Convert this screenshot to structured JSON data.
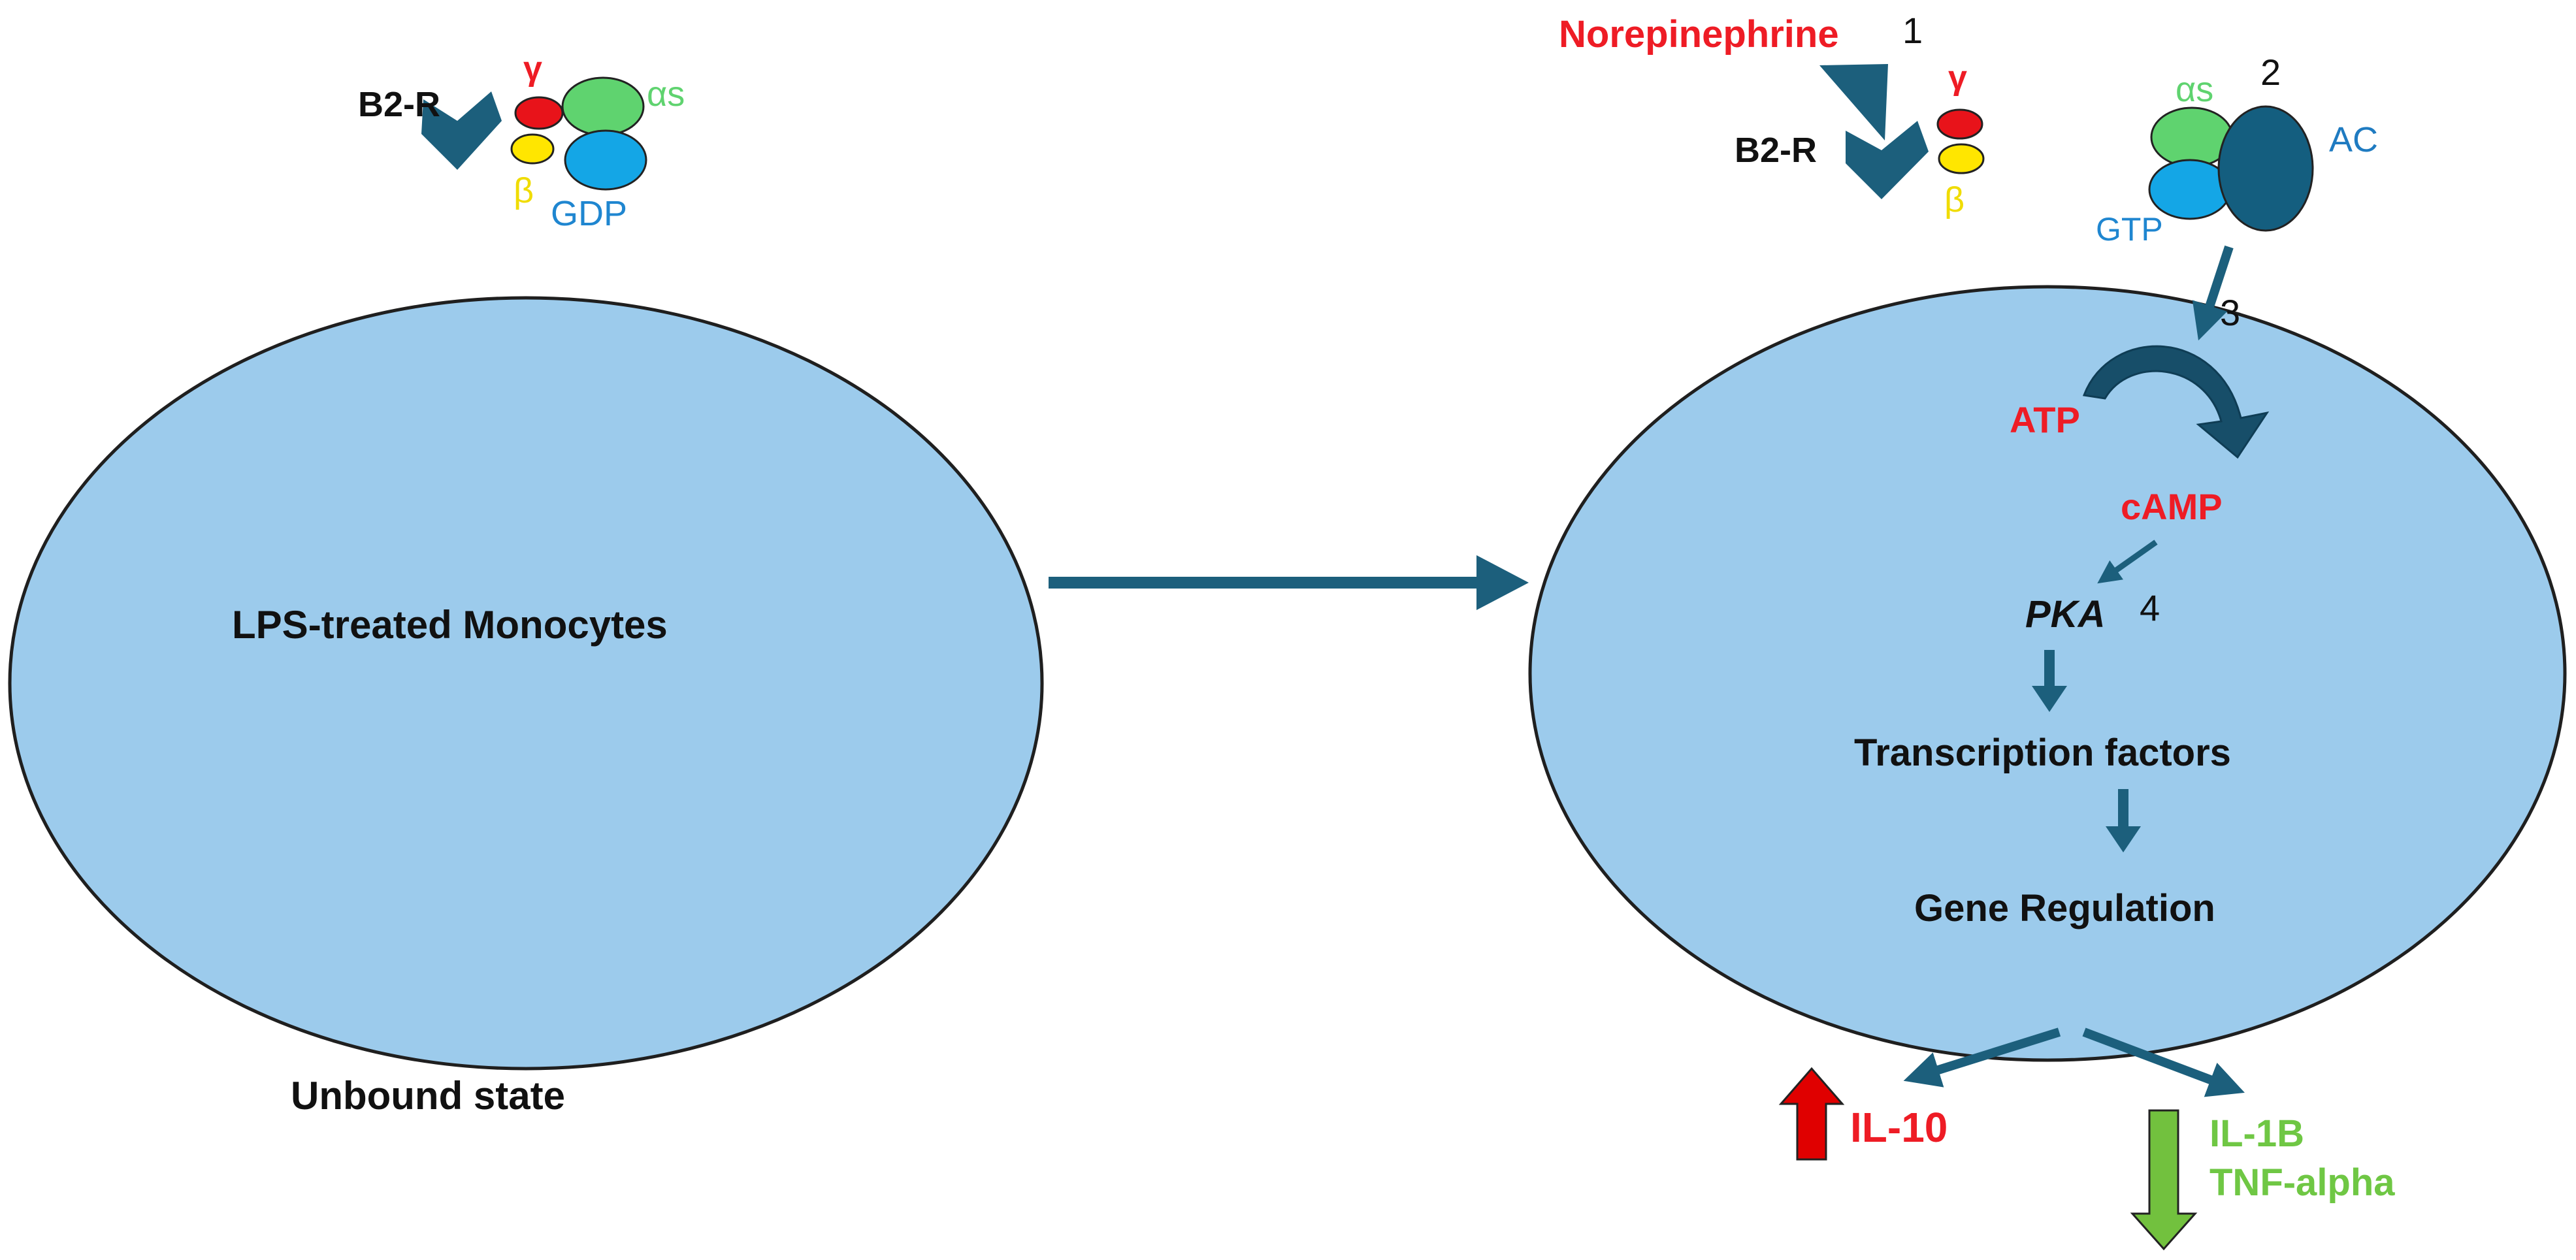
{
  "colors": {
    "cell_fill": "#9ccbec",
    "cell_stroke": "#1f1f1f",
    "receptor": "#1c5f7c",
    "arrow": "#1c5f7c",
    "gamma": "#e8131a",
    "beta": "#ffe600",
    "alpha_s": "#5fd36f",
    "gdp_gtp": "#14a6e6",
    "ac": "#145e7f",
    "red_text": "#ee1c25",
    "green_text": "#6fc744",
    "blue_text": "#1f7bc1",
    "up_arrow": "#e00000",
    "down_arrow": "#72c13e"
  },
  "left_panel": {
    "cell_label": "LPS-treated Monocytes",
    "receptor_label": "B2-R",
    "gamma_label": "γ",
    "beta_label": "β",
    "alpha_label": "αs",
    "gdp_label": "GDP",
    "state_label": "Unbound state"
  },
  "right_panel": {
    "ligand_label": "Norepinephrine",
    "step1": "1",
    "receptor_label": "B2-R",
    "gamma_label": "γ",
    "beta_label": "β",
    "alpha_label": "αs",
    "step2": "2",
    "ac_label": "AC",
    "gtp_label": "GTP",
    "step3": "3",
    "atp_label": "ATP",
    "camp_label": "cAMP",
    "pka_label": "PKA",
    "step4": "4",
    "tf_label": "Transcription factors",
    "gene_label": "Gene Regulation",
    "il10_label": "IL-10",
    "il1b_label": "IL-1B",
    "tnf_label": "TNF-alpha"
  }
}
